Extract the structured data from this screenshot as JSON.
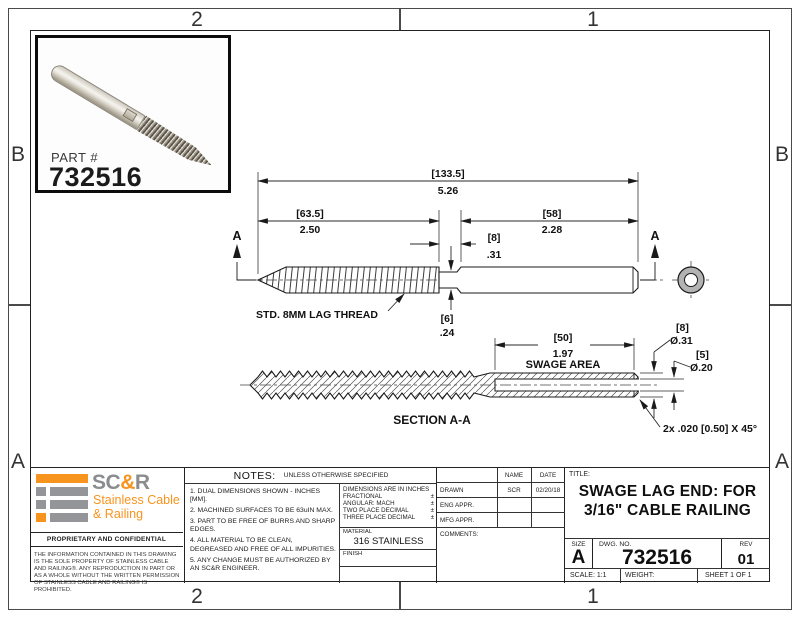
{
  "zones": {
    "col_left": "2",
    "col_right": "1",
    "row_top": "B",
    "row_bottom": "A"
  },
  "inset": {
    "part_label": "PART #",
    "part_number": "732516"
  },
  "main_view": {
    "dim_overall": {
      "mm": "[133.5]",
      "in": "5.26"
    },
    "dim_thread": {
      "mm": "[63.5]",
      "in": "2.50"
    },
    "dim_shank": {
      "mm": "[58]",
      "in": "2.28"
    },
    "dim_neck_len": {
      "mm": "[8]",
      "in": ".31"
    },
    "dim_neck_dia": {
      "mm": "[6]",
      "in": ".24"
    },
    "thread_note": "STD. 8MM LAG THREAD",
    "section_letter": "A"
  },
  "section_view": {
    "title": "SECTION A-A",
    "dim_swage": {
      "mm": "[50]",
      "in": "1.97",
      "label": "SWAGE AREA"
    },
    "dim_od": {
      "mm": "[8]",
      "in": "Ø.31"
    },
    "dim_hole": {
      "mm": "[5]",
      "in": "Ø.20"
    },
    "chamfer_note": "2x .020 [0.50] X 45°"
  },
  "title_block": {
    "logo": {
      "name_sc": "SC",
      "name_amp": "&",
      "name_r": "R",
      "line1": "Stainless Cable",
      "line2": "& Railing",
      "confidential": "PROPRIETARY AND CONFIDENTIAL",
      "legal": "THE INFORMATION CONTAINED IN THIS DRAWING IS THE SOLE PROPERTY OF STAINLESS CABLE AND RAILING®. ANY REPRODUCTION IN PART OR AS A WHOLE WITHOUT THE WRITTEN PERMISSION OF STAINLESS CABLE AND RAILING® IS PROHIBITED."
    },
    "notes": {
      "header": "NOTES:",
      "header_sub": "UNLESS OTHERWISE SPECIFIED",
      "items": [
        "1. DUAL DIMENSIONS SHOWN - INCHES [MM].",
        "2. MACHINED SURFACES TO BE 63uIN MAX.",
        "3. PART TO BE FREE OF BURRS AND SHARP EDGES.",
        "4. ALL MATERIAL TO BE CLEAN, DEGREASED AND FREE OF ALL IMPURITIES.",
        "5. ANY CHANGE MUST BE AUTHORIZED BY AN SC&R ENGINEER."
      ]
    },
    "tolerances": {
      "header": "DIMENSIONS ARE IN INCHES",
      "rows": [
        {
          "label": "FRACTIONAL",
          "tol": "±"
        },
        {
          "label": "ANGULAR: MACH",
          "tol": "±"
        },
        {
          "label": "TWO PLACE DECIMAL",
          "tol": "±"
        },
        {
          "label": "THREE PLACE DECIMAL",
          "tol": "±"
        }
      ]
    },
    "material": {
      "label": "MATERIAL",
      "value": "316 STAINLESS"
    },
    "finish": {
      "label": "FINISH",
      "value": ""
    },
    "approvals": {
      "name_header": "NAME",
      "date_header": "DATE",
      "rows": [
        {
          "label": "DRAWN",
          "name": "SCR",
          "date": "02/20/18"
        },
        {
          "label": "ENG APPR.",
          "name": "",
          "date": ""
        },
        {
          "label": "MFG APPR.",
          "name": "",
          "date": ""
        }
      ],
      "comments_label": "COMMENTS:"
    },
    "title": {
      "label": "TITLE:",
      "line1": "SWAGE LAG END: FOR",
      "line2": "3/16\" CABLE RAILING"
    },
    "size_row": {
      "size_label": "SIZE",
      "size": "A",
      "dwg_label": "DWG.  NO.",
      "dwg_no": "732516",
      "rev_label": "REV",
      "rev": "01"
    },
    "footer": {
      "scale": "SCALE: 1:1",
      "weight": "WEIGHT:",
      "sheet": "SHEET 1 OF 1"
    }
  },
  "colors": {
    "accent_orange": "#f7941e",
    "logo_gray": "#8a8c8e"
  }
}
